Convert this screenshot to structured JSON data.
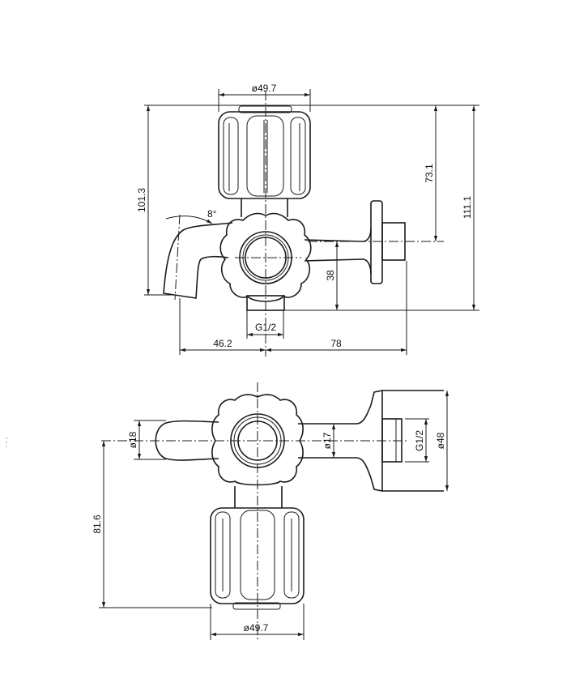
{
  "top_view": {
    "knob_diameter": "ø49.7",
    "overall_height_left": "101.3",
    "spout_angle": "8°",
    "knob_to_axis": "73.1",
    "overall_height_right": "111.1",
    "axis_to_base": "38",
    "inlet_thread": "G1/2",
    "spout_reach": "46.2",
    "outlet_length": "78"
  },
  "bottom_view": {
    "spout_diameter": "ø18",
    "outlet_pipe_diameter": "ø17",
    "outlet_thread": "G1/2",
    "flange_diameter": "ø48",
    "axis_to_knob_end": "81.6",
    "knob_diameter": "ø49.7"
  }
}
